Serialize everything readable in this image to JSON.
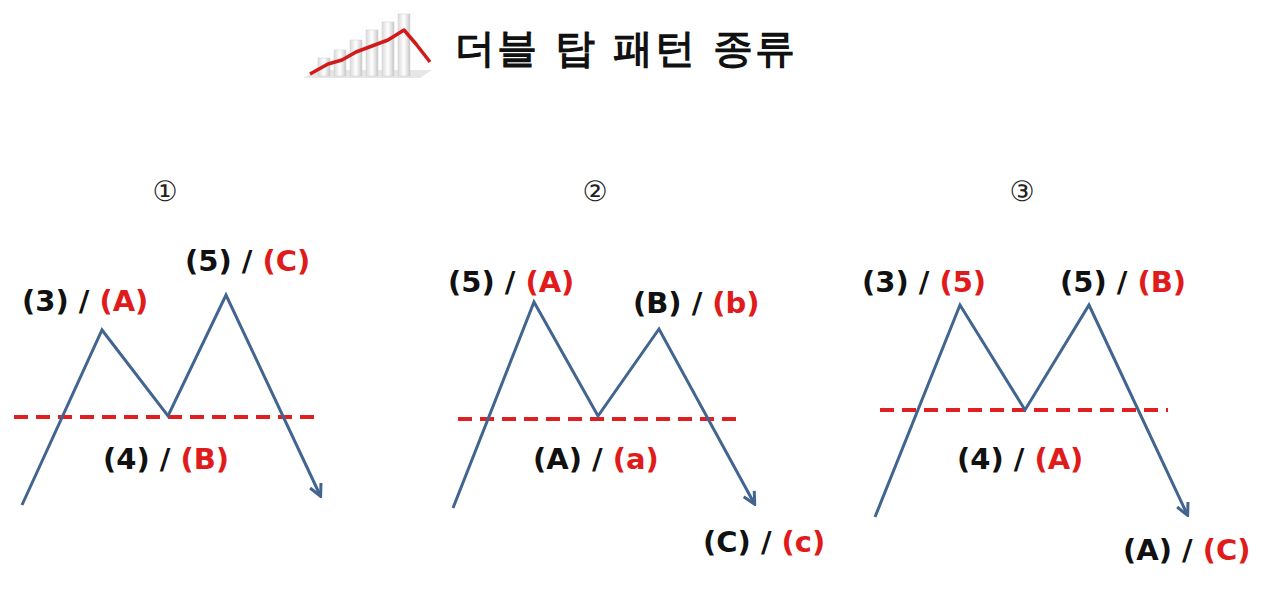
{
  "diagram": {
    "title": "더블 탑 패턴 종류",
    "labels": [
      "①",
      "(3) /",
      "(A)",
      "(5) /",
      "(C)",
      "(4) /",
      "(B)",
      "②",
      "(5) /",
      "(A)",
      "(B) /",
      "(b)",
      "(A) /",
      "(a)",
      "(C) /",
      "(c)",
      "③",
      "(3) /",
      "(5)",
      "(5) /",
      "(B)",
      "(4) /",
      "(A)",
      "(A) /",
      "(C)"
    ]
  }
}
